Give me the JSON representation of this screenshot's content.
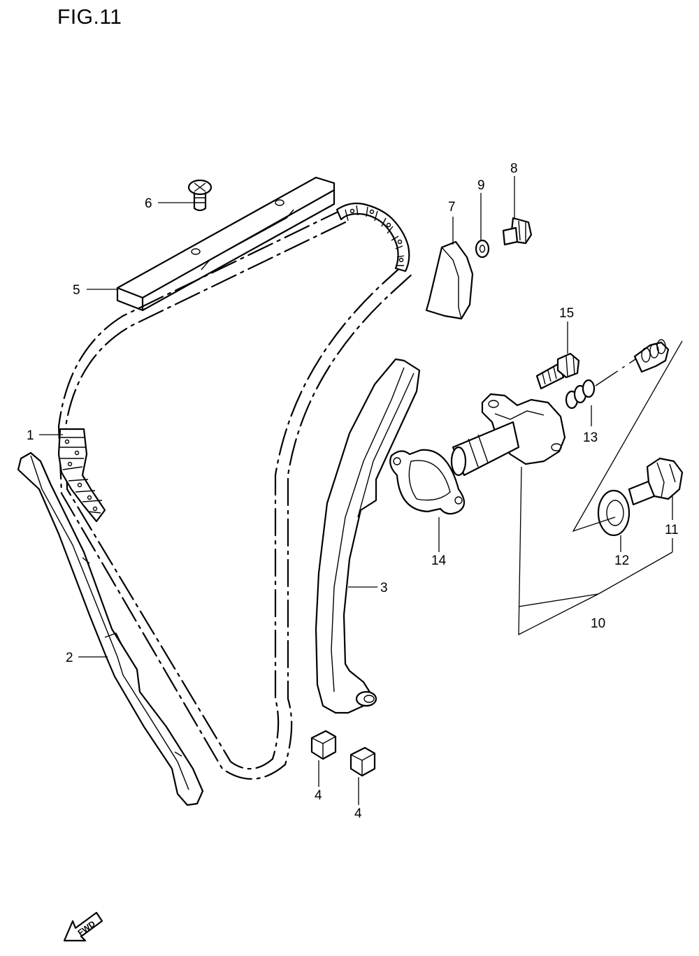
{
  "figure": {
    "title": "FIG.11",
    "forward_marker": "FWD"
  },
  "callouts": [
    {
      "id": "1",
      "text": "1"
    },
    {
      "id": "2",
      "text": "2"
    },
    {
      "id": "3",
      "text": "3"
    },
    {
      "id": "4a",
      "text": "4"
    },
    {
      "id": "4b",
      "text": "4"
    },
    {
      "id": "5",
      "text": "5"
    },
    {
      "id": "6",
      "text": "6"
    },
    {
      "id": "7",
      "text": "7"
    },
    {
      "id": "8",
      "text": "8"
    },
    {
      "id": "9",
      "text": "9"
    },
    {
      "id": "10",
      "text": "10"
    },
    {
      "id": "11",
      "text": "11"
    },
    {
      "id": "12",
      "text": "12"
    },
    {
      "id": "13",
      "text": "13"
    },
    {
      "id": "14",
      "text": "14"
    },
    {
      "id": "15",
      "text": "15"
    }
  ]
}
